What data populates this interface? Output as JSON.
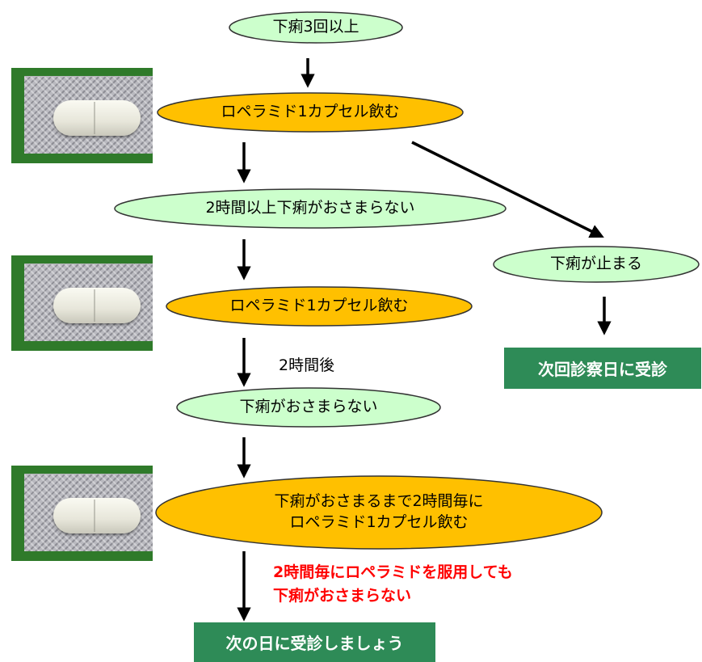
{
  "nodes": {
    "n1": "下痢3回以上",
    "n2": "ロペラミド1カプセル飲む",
    "n3": "2時間以上下痢がおさまらない",
    "n4": "下痢が止まる",
    "n5": "ロペラミド1カプセル飲む",
    "n6": "次回診察日に受診",
    "n7": "下痢がおさまらない",
    "n8_line1": "下痢がおさまるまで2時間毎に",
    "n8_line2": "ロペラミド1カプセル飲む",
    "n9": "次の日に受診しましょう"
  },
  "labels": {
    "after_2h": "2時間後",
    "warning_line1": "2時間毎にロペラミドを服用しても",
    "warning_line2": "下痢がおさまらない"
  },
  "colors": {
    "green_fill": "#ccffcc",
    "orange_fill": "#ffc000",
    "box_green": "#2e8b57",
    "warning_red": "#ff0000"
  }
}
